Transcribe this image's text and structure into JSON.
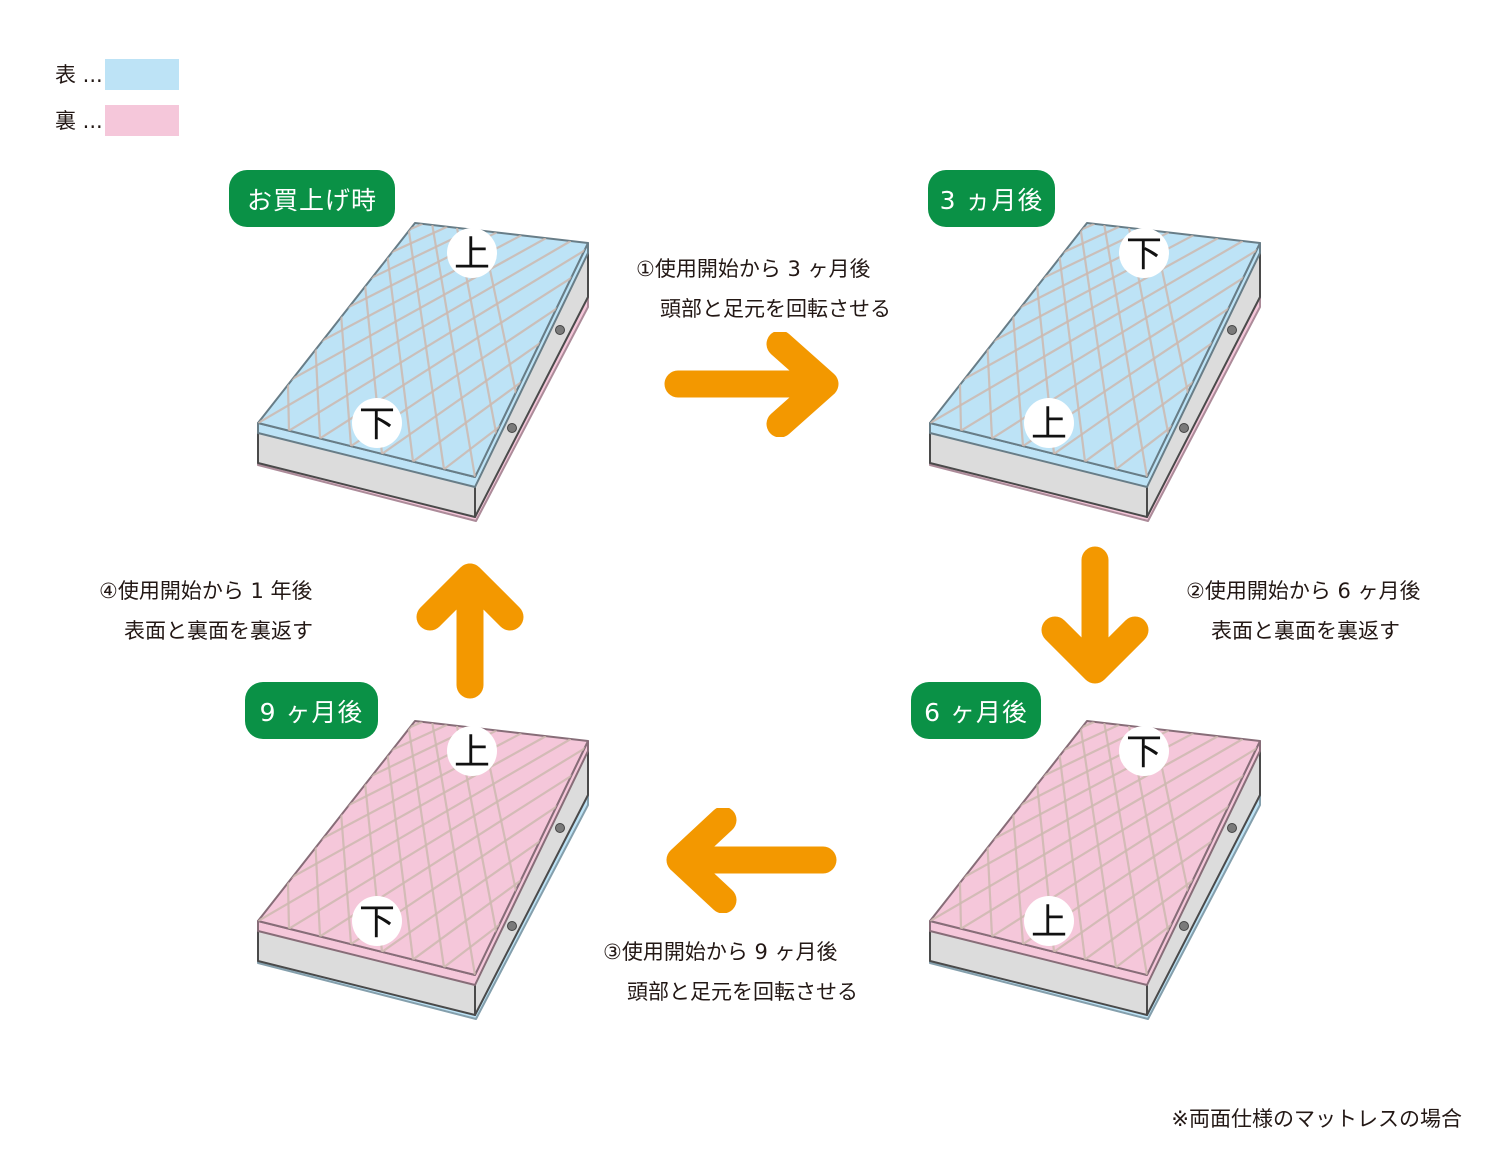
{
  "legend": {
    "top": {
      "label": "表 ...",
      "color": "#bde3f6"
    },
    "bottom": {
      "label": "裏 ...",
      "color": "#f5c7da"
    }
  },
  "colors": {
    "stage_label_bg": "#0a9146",
    "arrow": "#f39800",
    "mattress_side": "#dcdcdc",
    "badge": "#ffffff"
  },
  "stages": [
    {
      "id": "purchase",
      "label": "お買上げ時",
      "face": "top",
      "top_mark": "上",
      "bottom_mark": "下"
    },
    {
      "id": "3m",
      "label": "3 ヵ月後",
      "face": "top",
      "top_mark": "下",
      "bottom_mark": "上"
    },
    {
      "id": "6m",
      "label": "6 ヶ月後",
      "face": "bottom",
      "top_mark": "下",
      "bottom_mark": "上"
    },
    {
      "id": "9m",
      "label": "9 ヶ月後",
      "face": "bottom",
      "top_mark": "上",
      "bottom_mark": "下"
    }
  ],
  "steps": [
    {
      "line1": "①使用開始から 3 ヶ月後",
      "line2": "頭部と足元を回転させる"
    },
    {
      "line1": "②使用開始から 6 ヶ月後",
      "line2": "表面と裏面を裏返す"
    },
    {
      "line1": "③使用開始から 9 ヶ月後",
      "line2": "頭部と足元を回転させる"
    },
    {
      "line1": "④使用開始から 1 年後",
      "line2": "表面と裏面を裏返す"
    }
  ],
  "footnote": "※両面仕様のマットレスの場合"
}
